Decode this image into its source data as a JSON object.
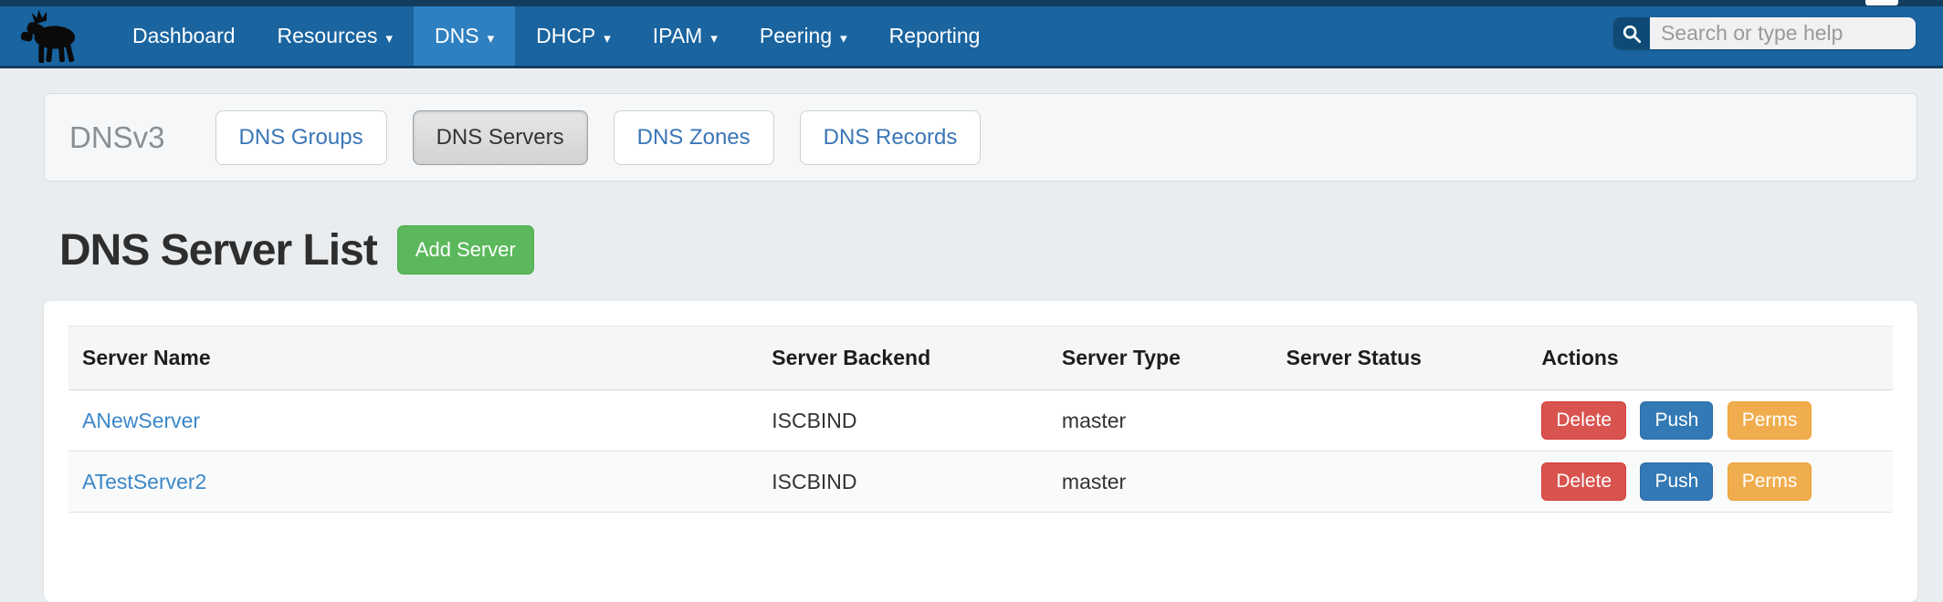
{
  "navbar": {
    "items": [
      {
        "label": "Dashboard",
        "caret": false,
        "active": false
      },
      {
        "label": "Resources",
        "caret": true,
        "active": false
      },
      {
        "label": "DNS",
        "caret": true,
        "active": true
      },
      {
        "label": "DHCP",
        "caret": true,
        "active": false
      },
      {
        "label": "IPAM",
        "caret": true,
        "active": false
      },
      {
        "label": "Peering",
        "caret": true,
        "active": false
      },
      {
        "label": "Reporting",
        "caret": false,
        "active": false
      }
    ],
    "search": {
      "placeholder": "Search or type help",
      "value": ""
    }
  },
  "icons": {
    "caret_down": "▾",
    "logo": "moose-silhouette",
    "search": "magnifier"
  },
  "toolbar": {
    "section_label": "DNSv3",
    "tabs": [
      {
        "label": "DNS Groups",
        "active": false
      },
      {
        "label": "DNS Servers",
        "active": true
      },
      {
        "label": "DNS Zones",
        "active": false
      },
      {
        "label": "DNS Records",
        "active": false
      }
    ]
  },
  "page": {
    "title": "DNS Server List",
    "add_server_label": "Add Server"
  },
  "table": {
    "columns": [
      "Server Name",
      "Server Backend",
      "Server Type",
      "Server Status",
      "Actions"
    ],
    "rows": [
      {
        "name": "ANewServer",
        "backend": "ISCBIND",
        "type": "master",
        "status": "",
        "actions": [
          "Delete",
          "Push",
          "Perms"
        ]
      },
      {
        "name": "ATestServer2",
        "backend": "ISCBIND",
        "type": "master",
        "status": "",
        "actions": [
          "Delete",
          "Push",
          "Perms"
        ]
      }
    ]
  },
  "colors": {
    "navbar_bg": "#1a64a0",
    "navbar_dark_trim": "#123d5f",
    "navbar_active_bg": "#2e80c1",
    "page_bg": "#e9edf0",
    "link": "#3b87c8",
    "add_button": "#5cb85c",
    "delete_button": "#d9534f",
    "push_button": "#3379b5",
    "perms_button": "#f0ad4e"
  }
}
